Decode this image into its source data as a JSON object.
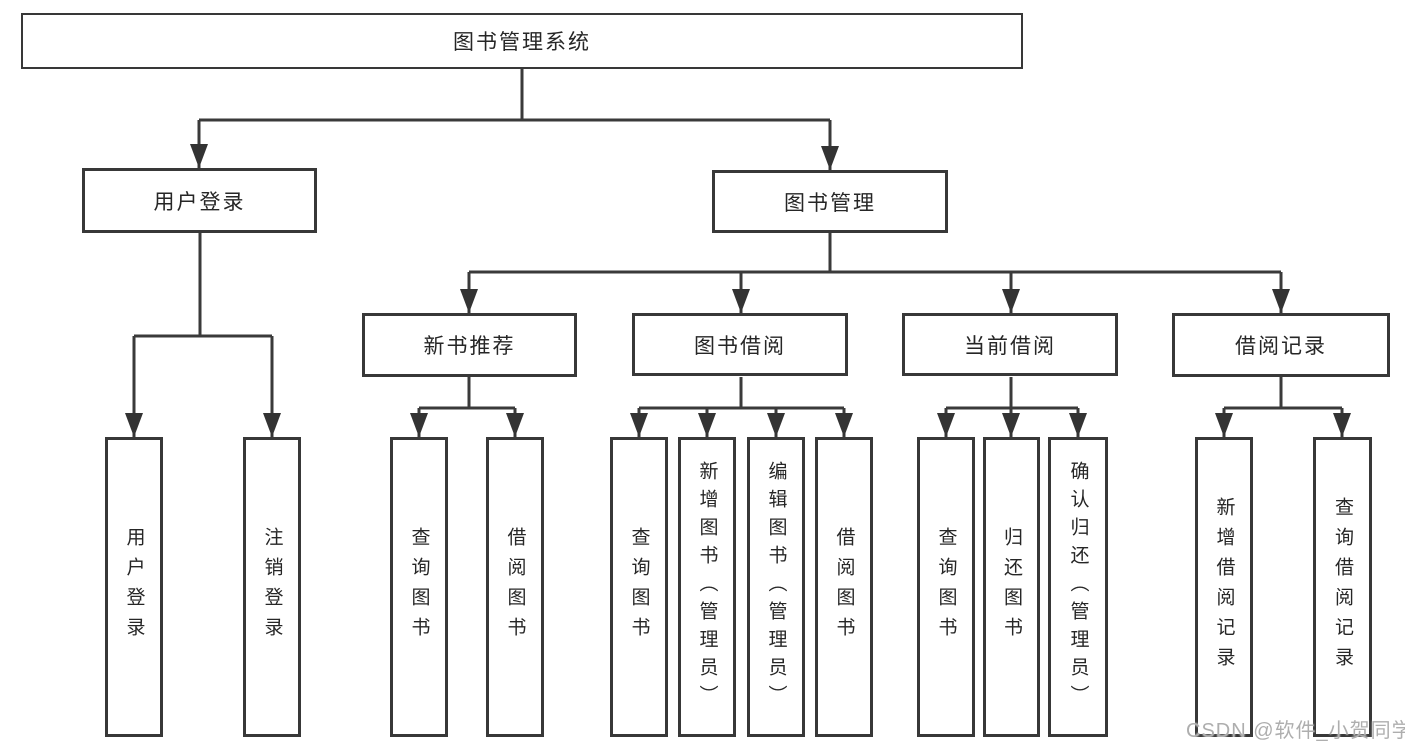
{
  "diagram": {
    "title": "图书管理系统",
    "colors": {
      "background": "#ffffff",
      "line": "#3a3a3a",
      "border": "#383838",
      "text": "#262626",
      "watermark": "#aeaeae"
    }
  },
  "tree": {
    "root": "图书管理系统",
    "branches": [
      {
        "label": "用户登录",
        "leaves": [
          "用户登录",
          "注销登录"
        ]
      },
      {
        "label": "图书管理",
        "groups": [
          {
            "label": "新书推荐",
            "leaves": [
              "查询图书",
              "借阅图书"
            ]
          },
          {
            "label": "图书借阅",
            "leaves": [
              "查询图书",
              "新增图书（管理员）",
              "编辑图书（管理员）",
              "借阅图书"
            ]
          },
          {
            "label": "当前借阅",
            "leaves": [
              "查询图书",
              "归还图书",
              "确认归还（管理员）"
            ]
          },
          {
            "label": "借阅记录",
            "leaves": [
              "新增借阅记录",
              "查询借阅记录"
            ]
          }
        ]
      }
    ]
  },
  "watermark": {
    "text": "CSDN @软件_小贺同学"
  }
}
